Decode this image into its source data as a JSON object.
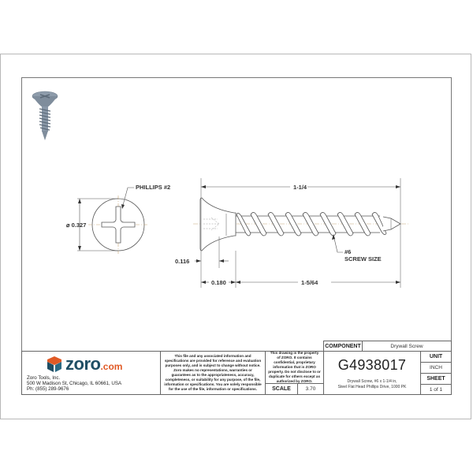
{
  "drawing": {
    "callouts": {
      "drive": "PHILLIPS #2",
      "head_diameter": "⌀ 0.327",
      "overall_length": "1-1/4",
      "head_height": "0.116",
      "head_offset": "0.180",
      "thread_length": "1-5/64",
      "screw_size_line1": "#6",
      "screw_size_line2": "SCREW SIZE"
    },
    "colors": {
      "line": "#555555",
      "centerline": "#c8a878",
      "thumbnail": "#8a98a8"
    }
  },
  "title_block": {
    "company": {
      "logo_word": "zoro",
      "logo_suffix": ".com",
      "name": "Zoro Tools, Inc.",
      "address": "500 W Madison St, Chicago, IL 60661, USA",
      "phone": "Ph: (855) 289-9676",
      "brand_colors": {
        "primary": "#1f4e64",
        "accent": "#e05a26"
      }
    },
    "disclaimer": "This file and any associated information and specifications are provided for reference and evaluation purposes only, and is subject to change without notice. Zoro makes no representations, warranties or guarantees as to the appropriateness, accuracy, completeness, or suitability for any purpose, of the file, information or specifications. You are solely responsible for the use of the file, information or specifications.",
    "property_notice": "This drawing is the property of ZORO. It contains confidential, proprietary information that is ZORO property. Do not disclose to or duplicate for others except as authorized by ZORO.",
    "scale_label": "SCALE",
    "scale_value": "3.70",
    "component_label": "COMPONENT",
    "component_value": "Drywall Screw",
    "part_number": "G4938017",
    "description_line1": "Drywall Screw, #6 x 1-1/4 in,",
    "description_line2": "Steel Flat Head Phillips Drive, 1000 PK",
    "unit_label": "UNIT",
    "unit_value": "INCH",
    "sheet_label": "SHEET",
    "sheet_value": "1 of 1"
  }
}
